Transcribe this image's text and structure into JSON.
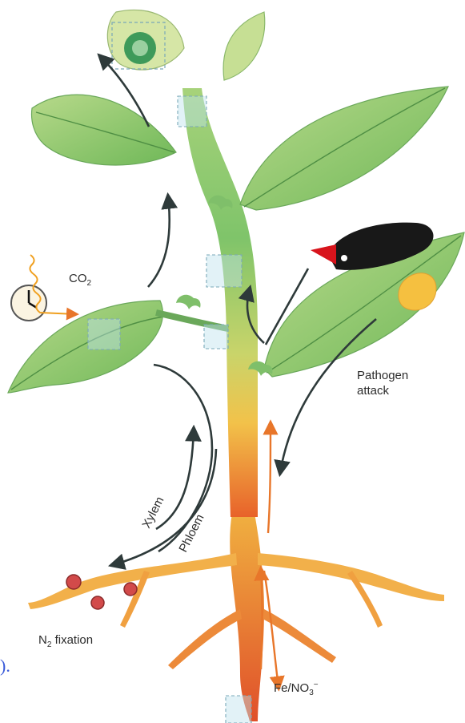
{
  "labels": {
    "co2_main": "CO",
    "co2_sub": "2",
    "pathogen_line1": "Pathogen",
    "pathogen_line2": "attack",
    "xylem": "Xylem",
    "phloem": "Phloem",
    "n2_main": "N",
    "n2_sub": "2",
    "n2_rest": " fixation",
    "fe_main": "Fe/NO",
    "fe_sub": "3",
    "fe_sup": "−",
    "edge_mark": ")."
  },
  "colors": {
    "leaf_fill": "#8cc66a",
    "leaf_light": "#c8df94",
    "stem_top": "#7fc46a",
    "stem_mid": "#d8d36a",
    "root_base": "#e8622a",
    "root_branch": "#f0a040",
    "arrow_dark": "#2e3a3a",
    "arrow_orange": "#e8762a",
    "caterpillar": "#181818",
    "caterpillar_head": "#d8141c",
    "nodule": "#d24a4a",
    "lesion": "#f5c040",
    "co2_wave": "#f0a020",
    "highlight_box": "#bfe3ee"
  },
  "icons": [
    "clock-icon",
    "caterpillar-icon",
    "root-nodule-icon",
    "pathogen-lesion-icon"
  ]
}
